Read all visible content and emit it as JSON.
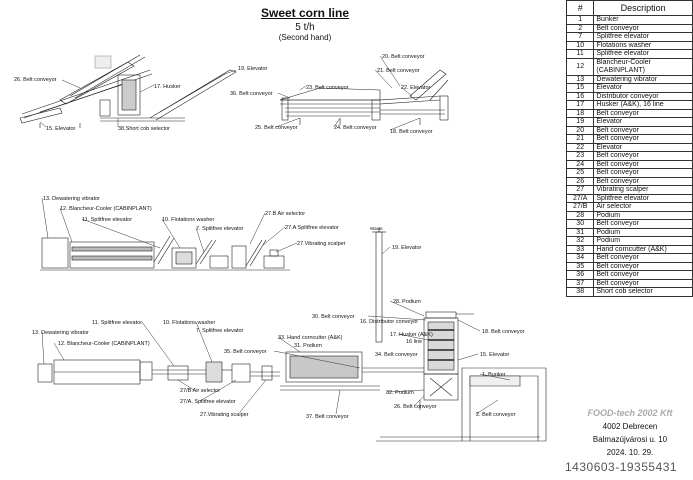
{
  "title": {
    "main": "Sweet corn line",
    "capacity": "5 t/h",
    "condition": "(Second hand)"
  },
  "legend": {
    "header_num": "#",
    "header_desc": "Description",
    "rows": [
      {
        "num": "1",
        "desc": "Bunker"
      },
      {
        "num": "2",
        "desc": "Belt conveyor"
      },
      {
        "num": "7",
        "desc": "Splitfree elevator"
      },
      {
        "num": "10",
        "desc": "Flotations washer"
      },
      {
        "num": "11",
        "desc": "Splitfree elevator"
      },
      {
        "num": "12",
        "desc": "Blancheur-Cooler (CABINPLANT)"
      },
      {
        "num": "13",
        "desc": "Dewatering vibrator"
      },
      {
        "num": "15",
        "desc": "Elevator"
      },
      {
        "num": "16",
        "desc": "Distributor conveyor"
      },
      {
        "num": "17",
        "desc": "Husker (A&K), 16 line"
      },
      {
        "num": "18",
        "desc": "Belt conveyor"
      },
      {
        "num": "19",
        "desc": "Elevator"
      },
      {
        "num": "20",
        "desc": "Belt conveyor"
      },
      {
        "num": "21",
        "desc": "Belt conveyor"
      },
      {
        "num": "22",
        "desc": "Elevator"
      },
      {
        "num": "23",
        "desc": "Belt conveyor"
      },
      {
        "num": "24",
        "desc": "Belt conveyor"
      },
      {
        "num": "25",
        "desc": "Belt conveyor"
      },
      {
        "num": "26",
        "desc": "Belt conveyor"
      },
      {
        "num": "27",
        "desc": "Vibrating scalper"
      },
      {
        "num": "27/A",
        "desc": "Splitfree elevator"
      },
      {
        "num": "27/B",
        "desc": "Air selector"
      },
      {
        "num": "28",
        "desc": "Podium"
      },
      {
        "num": "30",
        "desc": "Belt conveyor"
      },
      {
        "num": "31",
        "desc": "Podium"
      },
      {
        "num": "32",
        "desc": "Podium"
      },
      {
        "num": "33",
        "desc": "Hand corncutter (A&K)"
      },
      {
        "num": "34",
        "desc": "Belt conveyor"
      },
      {
        "num": "35",
        "desc": "Belt conveyor"
      },
      {
        "num": "36",
        "desc": "Belt conveyor"
      },
      {
        "num": "37",
        "desc": "Belt conveyor"
      },
      {
        "num": "38",
        "desc": "Short cob selector"
      }
    ]
  },
  "callouts": {
    "c26_top": "26. Belt conveyor",
    "c17_top": "17. Husker",
    "c19_top": "19. Elevator",
    "c15_top": "15. Elevator",
    "c38_top": "38.Short cob selector",
    "c36_top": "36. Belt conveyor",
    "c23_top": "23. Belt conveyor",
    "c20_top": "20. Belt conveyor",
    "c21_top": "21. Belt conveyor",
    "c22_top": "22. Elevator",
    "c25_top": "25. Belt conveyor",
    "c24_top": "24. Belt conveyor",
    "c18_top": "18. Belt conveyor",
    "c13_mid": "13. Dewatering vibrator",
    "c12_mid": "12. Blancheur-Cooler (CABINPLANT)",
    "c11_mid": "11. Splitfree elevator",
    "c10_mid": "10. Flotations washer",
    "c7_mid": "7. Splitfree elevator",
    "c27b_mid": "27.B Air selector",
    "c27a_mid": "27.A Splitfree elevator",
    "c27_mid": "27.Vibrating scalper",
    "waste": "Waste",
    "c19_mid": "19. Elevator",
    "c28": "28. Podium",
    "c30": "30. Belt conveyor",
    "c16": "16. Distributor conveyor",
    "c17": "17. Husker (A&K)",
    "c17b": "16 line",
    "c18": "18. Belt conveyor",
    "c15": "15. Elevator",
    "c11_bot": "11. Splitfree elevator",
    "c10_bot": "10. Flotations washer",
    "c7_bot": "7. Splitfree elevator",
    "c13_bot": "13. Dewatering vibrator",
    "c12_bot": "12. Blancheur-Cooler (CABINPLANT)",
    "c33": "33. Hand corncutter (A&K)",
    "c31": "31. Podium",
    "c35": "35. Belt conveyor",
    "c34": "34. Belt conveyor",
    "c1": "1. Bunker",
    "c27b_bot": "27/B Air selector",
    "c27a_bot": "27/A. Splitfree elevator",
    "c27_bot": "27.Vibrating scalper",
    "c37": "37. Belt conveyor",
    "c32": "32. Podium",
    "c26_bot": "26. Belt conveyor",
    "c2": "2. Belt conveyor"
  },
  "company": {
    "logo": "FOOD-tech 2002 Kft",
    "city": "4002 Debrecen",
    "street": "Balmazújvárosi u. 10",
    "date": "2024. 10. 29."
  },
  "watermark": "1430603-19355431"
}
